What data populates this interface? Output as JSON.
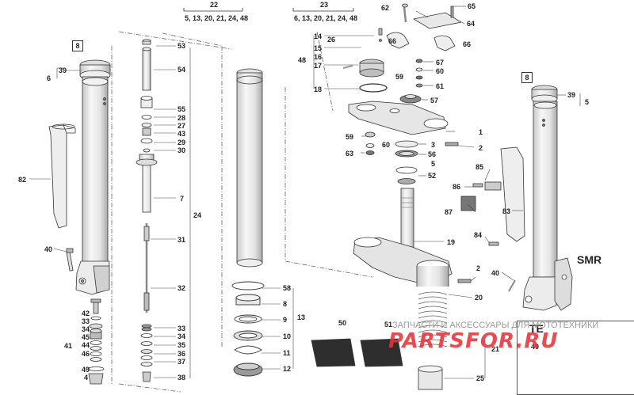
{
  "groups": {
    "g22": {
      "label": "22",
      "items": "5, 13, 20, 21, 24, 48"
    },
    "g23": {
      "label": "23",
      "items": "6, 13, 20, 21, 24, 48"
    }
  },
  "boxed": {
    "left": "8",
    "right": "8"
  },
  "variants": {
    "smr": "SMR",
    "te": "TE"
  },
  "callouts": {
    "c39l": "39",
    "c6l": "6",
    "c82": "82",
    "c40l": "40",
    "c42": "42",
    "c33l": "33",
    "c34l": "34",
    "c45": "45",
    "c44": "44",
    "c41": "41",
    "c46": "46",
    "c49": "49",
    "c4": "4",
    "c53": "53",
    "c54": "54",
    "c55": "55",
    "c28": "28",
    "c27": "27",
    "c43": "43",
    "c29": "29",
    "c30": "30",
    "c7": "7",
    "c24": "24",
    "c31": "31",
    "c32": "32",
    "c33r": "33",
    "c34r": "34",
    "c35": "35",
    "c36r": "36",
    "c37": "37",
    "c38": "38",
    "c58": "58",
    "c8": "8",
    "c9": "9",
    "c10": "10",
    "c11": "11",
    "c12": "12",
    "c13": "13",
    "c50": "50",
    "c51": "51",
    "c62": "62",
    "c65": "65",
    "c64": "64",
    "c66a": "66",
    "c66b": "66",
    "c14": "14",
    "c26": "26",
    "c15": "15",
    "c16": "16",
    "c17": "17",
    "c48": "48",
    "c18": "18",
    "c67": "67",
    "c60a": "60",
    "c59a": "59",
    "c61": "61",
    "c57": "57",
    "c1": "1",
    "c2a": "2",
    "c3": "3",
    "c59b": "59",
    "c60b": "60",
    "c63": "63",
    "c56": "56",
    "c5": "5",
    "c52": "52",
    "c19": "19",
    "c2b": "2",
    "c20": "20",
    "c21": "21",
    "c25": "25",
    "c39r": "39",
    "c5r": "5",
    "c85": "85",
    "c86": "86",
    "c87": "87",
    "c83": "83",
    "c84": "84",
    "c40r": "40",
    "c40te": "40"
  },
  "watermark": {
    "text": "ЗАПЧАСТИ И АКСЕССУАРЫ ДЛЯ МОТОТЕХНИКИ",
    "logo": "PARTSFOR.RU",
    "logo_color": "#e8333a"
  },
  "colors": {
    "line": "#333333",
    "fill": "#ffffff",
    "shade": "#d9d9d9",
    "dark": "#8a8a8a"
  }
}
